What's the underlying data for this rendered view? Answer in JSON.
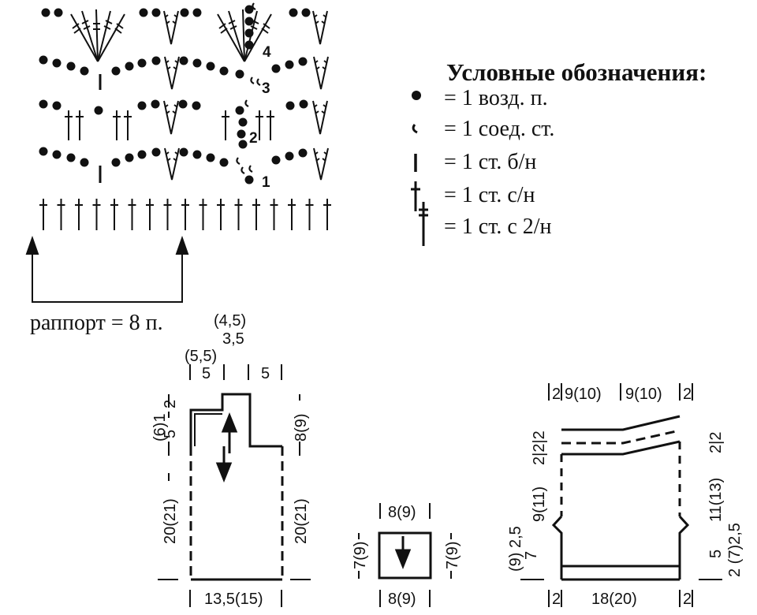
{
  "legend": {
    "title": "Условные обозначения:",
    "items": [
      {
        "symbol": "dot-icon",
        "text": "= 1 возд. п."
      },
      {
        "symbol": "slip-stitch-icon",
        "text": "= 1 соед. ст."
      },
      {
        "symbol": "single-crochet-icon",
        "text": "= 1 ст. б/н"
      },
      {
        "symbol": "double-crochet-icon",
        "text": "= 1 ст. с/н"
      },
      {
        "symbol": "treble-crochet-icon",
        "text": "= 1 ст. с 2/н"
      }
    ]
  },
  "chart": {
    "row_numbers": [
      "1",
      "2",
      "3",
      "4"
    ],
    "repeat_label": "раппорт = 8 п."
  },
  "front": {
    "top_label_1": "(4,5)",
    "top_label_2": "3,5",
    "top_left_a": "(5,5)",
    "top_left_b": "5",
    "top_right": "5",
    "left_top_a": "(6)1",
    "left_top_b": "2",
    "left_mid": "5",
    "right_top": "8(9)",
    "left_height": "20(21)",
    "right_height": "20(21)",
    "bottom_width": "13,5(15)"
  },
  "pocket": {
    "top": "8(9)",
    "bottom": "8(9)",
    "left": "7(9)",
    "right": "7(9)"
  },
  "back": {
    "top_edge_left": "2",
    "top_mid_1": "9(10)",
    "top_mid_2": "9(10)",
    "top_edge_right": "2",
    "left_neck": "2|2|2",
    "left_body": "9(11)",
    "left_b1": "(9) 2,5",
    "left_b2": "7",
    "right_neck": "2|2",
    "right_body": "11(13)",
    "right_b1": "5",
    "right_b2": "2 (7)2,5",
    "bottom_edge_left": "2",
    "bottom_width": "18(20)",
    "bottom_edge_right": "2"
  }
}
